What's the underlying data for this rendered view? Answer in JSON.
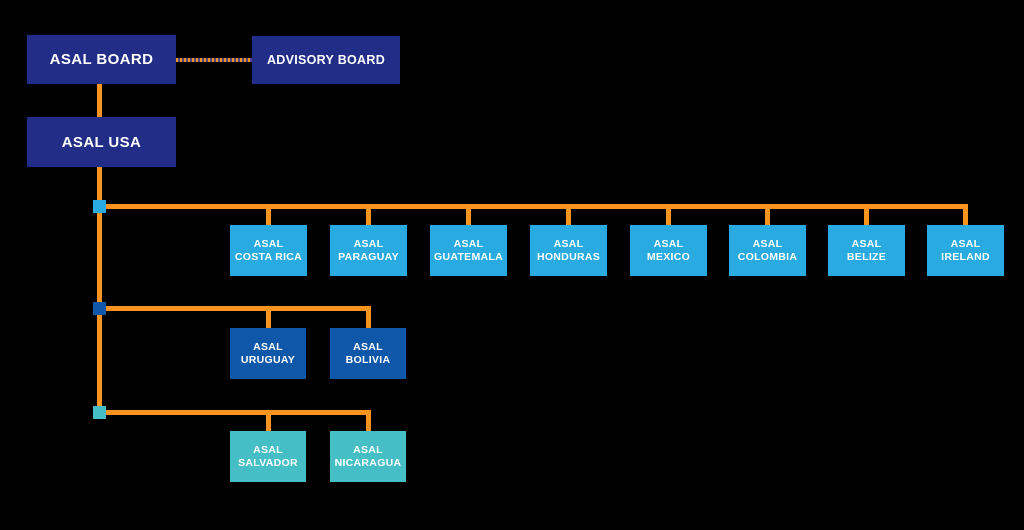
{
  "colors": {
    "background": "#000000",
    "navy": "#212d87",
    "light_blue": "#29abe2",
    "medium_blue": "#0f57a8",
    "teal": "#45bec6",
    "orange": "#f7941e",
    "text": "#ffffff"
  },
  "org": {
    "board_label": "ASAL BOARD",
    "advisory_label": "ADVISORY BOARD",
    "usa_label": "ASAL USA",
    "row1": [
      {
        "line1": "ASAL",
        "line2": "COSTA RICA"
      },
      {
        "line1": "ASAL",
        "line2": "PARAGUAY"
      },
      {
        "line1": "ASAL",
        "line2": "GUATEMALA"
      },
      {
        "line1": "ASAL",
        "line2": "HONDURAS"
      },
      {
        "line1": "ASAL",
        "line2": "MEXICO"
      },
      {
        "line1": "ASAL",
        "line2": "COLOMBIA"
      },
      {
        "line1": "ASAL",
        "line2": "BELIZE"
      },
      {
        "line1": "ASAL",
        "line2": "IRELAND"
      }
    ],
    "row2": [
      {
        "line1": "ASAL",
        "line2": "URUGUAY"
      },
      {
        "line1": "ASAL",
        "line2": "BOLIVIA"
      }
    ],
    "row3": [
      {
        "line1": "ASAL",
        "line2": "SALVADOR"
      },
      {
        "line1": "ASAL",
        "line2": "NICARAGUA"
      }
    ]
  }
}
